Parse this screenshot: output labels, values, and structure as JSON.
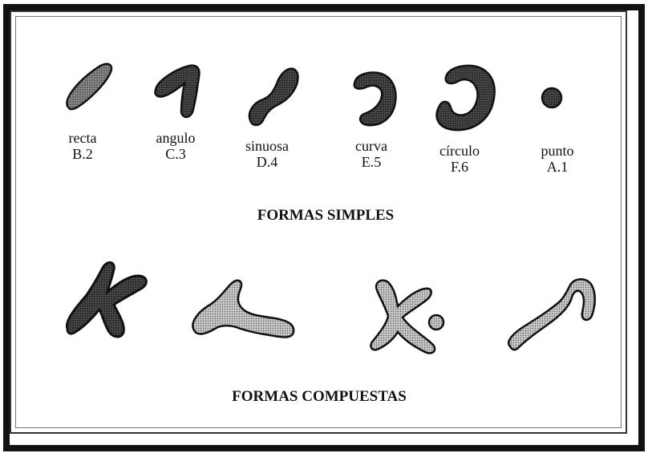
{
  "simple_forms": [
    {
      "name": "recta",
      "code": "B.2"
    },
    {
      "name": "angulo",
      "code": "C.3"
    },
    {
      "name": "sinuosa",
      "code": "D.4"
    },
    {
      "name": "curva",
      "code": "E.5"
    },
    {
      "name": "círculo",
      "code": "F.6"
    },
    {
      "name": "punto",
      "code": "A.1"
    }
  ],
  "headings": {
    "simple": "FORMAS SIMPLES",
    "compound": "FORMAS COMPUESTAS"
  }
}
